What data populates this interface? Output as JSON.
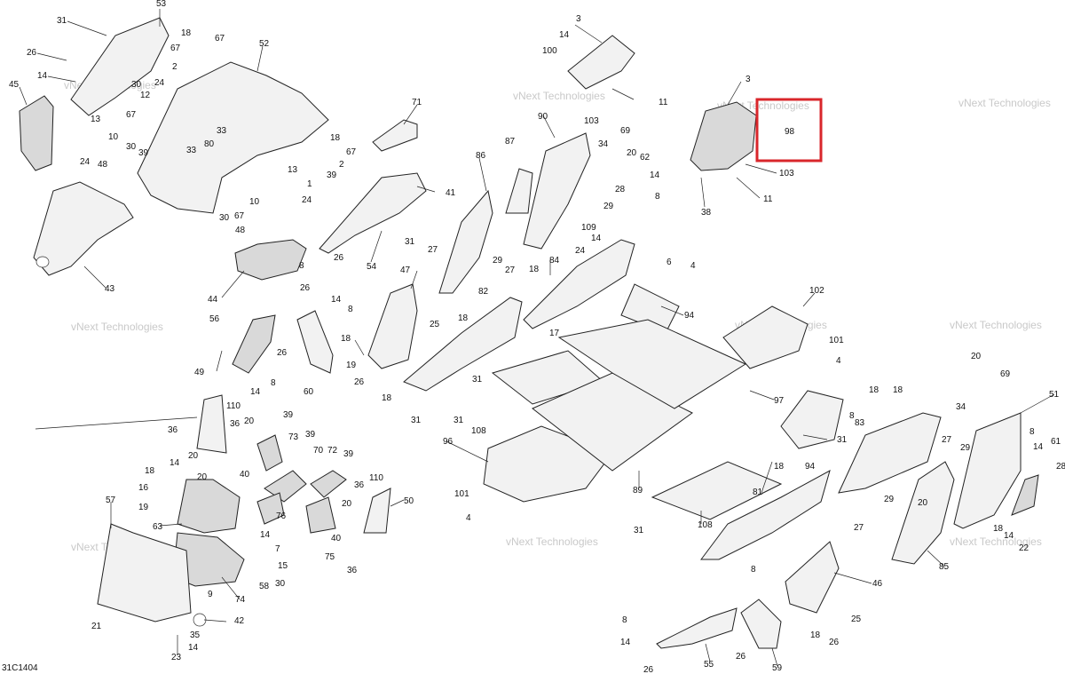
{
  "figure_code": "31C1404",
  "watermark_text": "vNext Technologies",
  "highlight": {
    "part": "98",
    "color": "#d9262b"
  },
  "callouts": [
    {
      "id": "c53",
      "text": "53"
    },
    {
      "id": "c31a",
      "text": "31"
    },
    {
      "id": "c18a",
      "text": "18"
    },
    {
      "id": "c67a",
      "text": "67"
    },
    {
      "id": "c26a",
      "text": "26"
    },
    {
      "id": "c14a",
      "text": "14"
    },
    {
      "id": "c67b",
      "text": "67"
    },
    {
      "id": "c2a",
      "text": "2"
    },
    {
      "id": "c52",
      "text": "52"
    },
    {
      "id": "c45",
      "text": "45"
    },
    {
      "id": "c30a",
      "text": "30"
    },
    {
      "id": "c24a",
      "text": "24"
    },
    {
      "id": "c12",
      "text": "12"
    },
    {
      "id": "c67c",
      "text": "67"
    },
    {
      "id": "c13a",
      "text": "13"
    },
    {
      "id": "c10a",
      "text": "10"
    },
    {
      "id": "c30b",
      "text": "30"
    },
    {
      "id": "c39a",
      "text": "39"
    },
    {
      "id": "c24b",
      "text": "24"
    },
    {
      "id": "c48a",
      "text": "48"
    },
    {
      "id": "c33a",
      "text": "33"
    },
    {
      "id": "c80",
      "text": "80"
    },
    {
      "id": "c33b",
      "text": "33"
    },
    {
      "id": "c43",
      "text": "43"
    },
    {
      "id": "c71",
      "text": "71"
    },
    {
      "id": "c18b",
      "text": "18"
    },
    {
      "id": "c67d",
      "text": "67"
    },
    {
      "id": "c2b",
      "text": "2"
    },
    {
      "id": "c39b",
      "text": "39"
    },
    {
      "id": "c13b",
      "text": "13"
    },
    {
      "id": "c1",
      "text": "1"
    },
    {
      "id": "c24c",
      "text": "24"
    },
    {
      "id": "c30c",
      "text": "30"
    },
    {
      "id": "c67e",
      "text": "67"
    },
    {
      "id": "c10b",
      "text": "10"
    },
    {
      "id": "c48b",
      "text": "48"
    },
    {
      "id": "c41",
      "text": "41"
    },
    {
      "id": "c31b",
      "text": "31"
    },
    {
      "id": "c26b",
      "text": "26"
    },
    {
      "id": "c8a",
      "text": "8"
    },
    {
      "id": "c54",
      "text": "54"
    },
    {
      "id": "c44",
      "text": "44"
    },
    {
      "id": "c3a",
      "text": "3"
    },
    {
      "id": "c14b",
      "text": "14"
    },
    {
      "id": "c100",
      "text": "100"
    },
    {
      "id": "c11a",
      "text": "11"
    },
    {
      "id": "c103a",
      "text": "103"
    },
    {
      "id": "c3b",
      "text": "3"
    },
    {
      "id": "c98",
      "text": "98"
    },
    {
      "id": "c103b",
      "text": "103"
    },
    {
      "id": "c11b",
      "text": "11"
    },
    {
      "id": "c38",
      "text": "38"
    },
    {
      "id": "c90",
      "text": "90"
    },
    {
      "id": "c87",
      "text": "87"
    },
    {
      "id": "c34a",
      "text": "34"
    },
    {
      "id": "c69a",
      "text": "69"
    },
    {
      "id": "c20a",
      "text": "20"
    },
    {
      "id": "c62",
      "text": "62"
    },
    {
      "id": "c28a",
      "text": "28"
    },
    {
      "id": "c14c",
      "text": "14"
    },
    {
      "id": "c8b",
      "text": "8"
    },
    {
      "id": "c29a",
      "text": "29"
    },
    {
      "id": "c109",
      "text": "109"
    },
    {
      "id": "c14d",
      "text": "14"
    },
    {
      "id": "c24d",
      "text": "24"
    },
    {
      "id": "c86",
      "text": "86"
    },
    {
      "id": "c27a",
      "text": "27"
    },
    {
      "id": "c29b",
      "text": "29"
    },
    {
      "id": "c27b",
      "text": "27"
    },
    {
      "id": "c18c",
      "text": "18"
    },
    {
      "id": "c84",
      "text": "84"
    },
    {
      "id": "c18d",
      "text": "18"
    },
    {
      "id": "c82",
      "text": "82"
    },
    {
      "id": "c17",
      "text": "17"
    },
    {
      "id": "c47",
      "text": "47"
    },
    {
      "id": "c25a",
      "text": "25"
    },
    {
      "id": "c26c",
      "text": "26"
    },
    {
      "id": "c14e",
      "text": "14"
    },
    {
      "id": "c8c",
      "text": "8"
    },
    {
      "id": "c56",
      "text": "56"
    },
    {
      "id": "c18e",
      "text": "18"
    },
    {
      "id": "c26d",
      "text": "26"
    },
    {
      "id": "c19a",
      "text": "19"
    },
    {
      "id": "c26e",
      "text": "26"
    },
    {
      "id": "c14f",
      "text": "14"
    },
    {
      "id": "c8d",
      "text": "8"
    },
    {
      "id": "c60",
      "text": "60"
    },
    {
      "id": "c18f",
      "text": "18"
    },
    {
      "id": "c31c",
      "text": "31"
    },
    {
      "id": "c6",
      "text": "6"
    },
    {
      "id": "c4a",
      "text": "4"
    },
    {
      "id": "c94a",
      "text": "94"
    },
    {
      "id": "c102",
      "text": "102"
    },
    {
      "id": "c101a",
      "text": "101"
    },
    {
      "id": "c4b",
      "text": "4"
    },
    {
      "id": "c31d",
      "text": "31"
    },
    {
      "id": "c31e",
      "text": "31"
    },
    {
      "id": "c108a",
      "text": "108"
    },
    {
      "id": "c97",
      "text": "97"
    },
    {
      "id": "c96",
      "text": "96"
    },
    {
      "id": "c89",
      "text": "89"
    },
    {
      "id": "c101b",
      "text": "101"
    },
    {
      "id": "c4c",
      "text": "4"
    },
    {
      "id": "c18g",
      "text": "18"
    },
    {
      "id": "c8e",
      "text": "8"
    },
    {
      "id": "c31f",
      "text": "31"
    },
    {
      "id": "c94b",
      "text": "94"
    },
    {
      "id": "c18h",
      "text": "18"
    },
    {
      "id": "c108b",
      "text": "108"
    },
    {
      "id": "c31g",
      "text": "31"
    },
    {
      "id": "c81",
      "text": "81"
    },
    {
      "id": "c27c",
      "text": "27"
    },
    {
      "id": "c20b",
      "text": "20"
    },
    {
      "id": "c69b",
      "text": "69"
    },
    {
      "id": "c51",
      "text": "51"
    },
    {
      "id": "c18i",
      "text": "18"
    },
    {
      "id": "c34b",
      "text": "34"
    },
    {
      "id": "c83",
      "text": "83"
    },
    {
      "id": "c27d",
      "text": "27"
    },
    {
      "id": "c8f",
      "text": "8"
    },
    {
      "id": "c14g",
      "text": "14"
    },
    {
      "id": "c61",
      "text": "61"
    },
    {
      "id": "c28b",
      "text": "28"
    },
    {
      "id": "c29c",
      "text": "29"
    },
    {
      "id": "c20c",
      "text": "20"
    },
    {
      "id": "c29d",
      "text": "29"
    },
    {
      "id": "c18j",
      "text": "18"
    },
    {
      "id": "c14h",
      "text": "14"
    },
    {
      "id": "c22",
      "text": "22"
    },
    {
      "id": "c85",
      "text": "85"
    },
    {
      "id": "c8g",
      "text": "8"
    },
    {
      "id": "c46",
      "text": "46"
    },
    {
      "id": "c25b",
      "text": "25"
    },
    {
      "id": "c18k",
      "text": "18"
    },
    {
      "id": "c26f",
      "text": "26"
    },
    {
      "id": "c8h",
      "text": "8"
    },
    {
      "id": "c14i",
      "text": "14"
    },
    {
      "id": "c26g",
      "text": "26"
    },
    {
      "id": "c55",
      "text": "55"
    },
    {
      "id": "c26h",
      "text": "26"
    },
    {
      "id": "c59",
      "text": "59"
    },
    {
      "id": "c49",
      "text": "49"
    },
    {
      "id": "c110a",
      "text": "110"
    },
    {
      "id": "c20d",
      "text": "20"
    },
    {
      "id": "c36a",
      "text": "36"
    },
    {
      "id": "c36b",
      "text": "36"
    },
    {
      "id": "c20e",
      "text": "20"
    },
    {
      "id": "c40a",
      "text": "40"
    },
    {
      "id": "c39c",
      "text": "39"
    },
    {
      "id": "c73",
      "text": "73"
    },
    {
      "id": "c39d",
      "text": "39"
    },
    {
      "id": "c70",
      "text": "70"
    },
    {
      "id": "c72",
      "text": "72"
    },
    {
      "id": "c39e",
      "text": "39"
    },
    {
      "id": "c36c",
      "text": "36"
    },
    {
      "id": "c110b",
      "text": "110"
    },
    {
      "id": "c20f",
      "text": "20"
    },
    {
      "id": "c50",
      "text": "50"
    },
    {
      "id": "c18l",
      "text": "18"
    },
    {
      "id": "c14j",
      "text": "14"
    },
    {
      "id": "c16",
      "text": "16"
    },
    {
      "id": "c19b",
      "text": "19"
    },
    {
      "id": "c20g",
      "text": "20"
    },
    {
      "id": "c63",
      "text": "63"
    },
    {
      "id": "c76",
      "text": "76"
    },
    {
      "id": "c14k",
      "text": "14"
    },
    {
      "id": "c40b",
      "text": "40"
    },
    {
      "id": "c75",
      "text": "75"
    },
    {
      "id": "c57",
      "text": "57"
    },
    {
      "id": "c7",
      "text": "7"
    },
    {
      "id": "c15",
      "text": "15"
    },
    {
      "id": "c58",
      "text": "58"
    },
    {
      "id": "c30d",
      "text": "30"
    },
    {
      "id": "c36d",
      "text": "36"
    },
    {
      "id": "c9",
      "text": "9"
    },
    {
      "id": "c74",
      "text": "74"
    },
    {
      "id": "c42",
      "text": "42"
    },
    {
      "id": "c21",
      "text": "21"
    },
    {
      "id": "c35",
      "text": "35"
    },
    {
      "id": "c14l",
      "text": "14"
    },
    {
      "id": "c23",
      "text": "23"
    }
  ]
}
